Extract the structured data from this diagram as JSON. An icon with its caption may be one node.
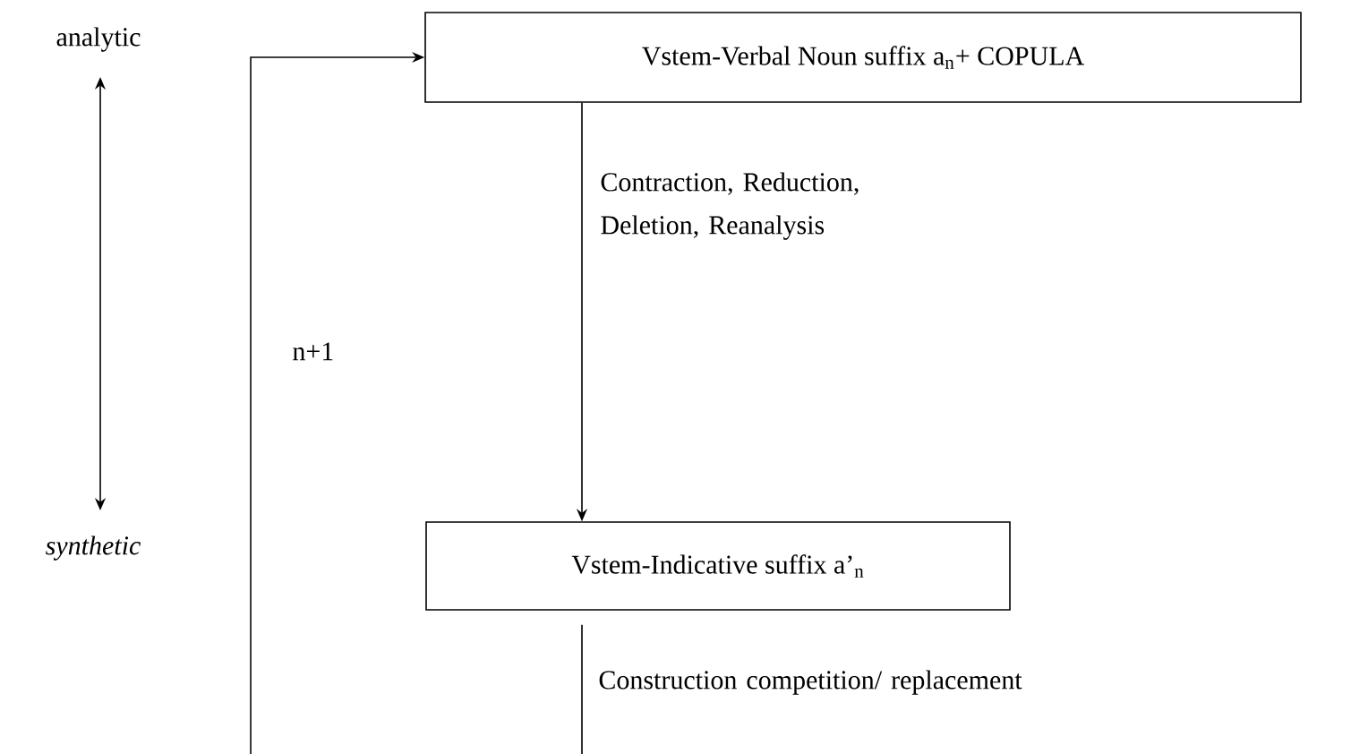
{
  "diagram": {
    "nodes": [
      {
        "text": [
          "Vstem-Verbal Noun suffix a$_{n}$+ COPULA"
        ]
      },
      {
        "text": [
          "Vstem-Indicative suffix a’$_{n}$"
        ]
      }
    ],
    "edges": [
      {
        "from": 0,
        "to": 1,
        "arrow": "to",
        "label": "Contraction, Reduction, Deletion, Reanalysis"
      },
      {
        "from": 1,
        "to": null,
        "arrow": "none",
        "label": "Construction competition/ replacement"
      },
      {
        "from": null,
        "to": 0,
        "arrow": "to",
        "label": "n+1"
      }
    ],
    "labels": [
      "analytic",
      "synthetic"
    ]
  }
}
